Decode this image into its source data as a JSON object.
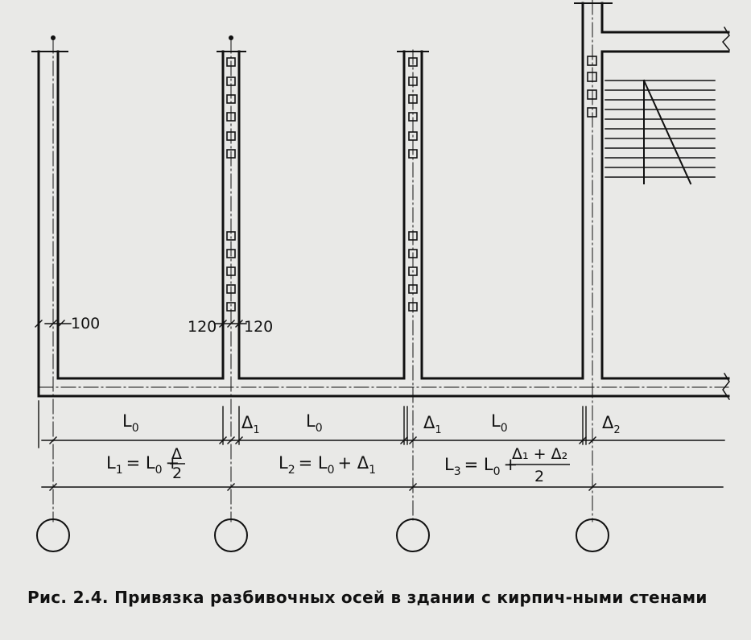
{
  "figure": {
    "caption": "Рис. 2.4. Привязка разбивочных осей в здании с кирпич-ными стенами",
    "wall_thickness_labels": {
      "outer": "100",
      "inner_left": "120",
      "inner_right": "120"
    },
    "spans": [
      {
        "label": "L",
        "subscript": "0",
        "formula_lhs": "L",
        "formula_lhs_sub": "1",
        "formula_rhs": "= L",
        "formula_rhs_sub": "0",
        "formula_tail": "+",
        "fraction_num": "Δ",
        "fraction_den": "2"
      },
      {
        "label": "L",
        "subscript": "0",
        "formula_lhs": "L",
        "formula_lhs_sub": "2",
        "formula_rhs": "= L",
        "formula_rhs_sub": "0",
        "formula_tail": "+ Δ",
        "formula_tail_sub": "1"
      },
      {
        "label": "L",
        "subscript": "0",
        "formula_lhs": "L",
        "formula_lhs_sub": "3",
        "formula_rhs": "= L",
        "formula_rhs_sub": "0",
        "formula_tail": "+",
        "fraction_num": "Δ₁ + Δ₂",
        "fraction_den": "2"
      }
    ],
    "deltas": [
      {
        "symbol": "Δ",
        "sub": "1"
      },
      {
        "symbol": "Δ",
        "sub": "1"
      },
      {
        "symbol": "Δ",
        "sub": "2"
      }
    ],
    "colors": {
      "ink": "#111111",
      "paper": "#e9e9e7"
    }
  }
}
